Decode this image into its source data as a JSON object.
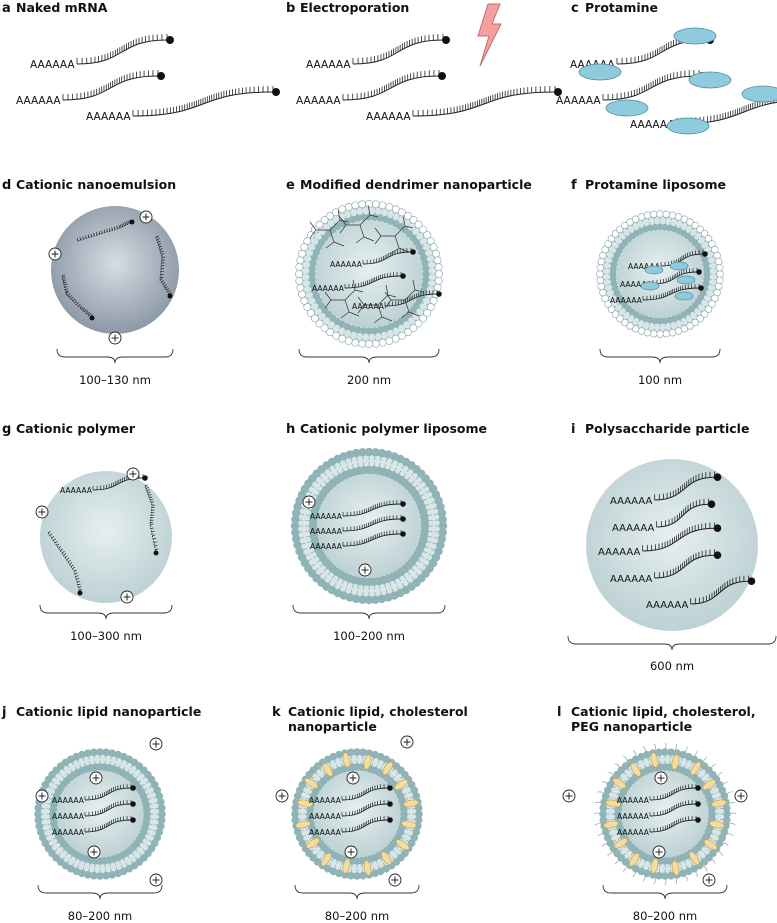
{
  "panels": {
    "a": {
      "letter": "a",
      "title": "Naked mRNA"
    },
    "b": {
      "letter": "b",
      "title": "Electroporation"
    },
    "c": {
      "letter": "c",
      "title": "Protamine"
    },
    "d": {
      "letter": "d",
      "title": "Cationic nanoemulsion",
      "size": "100–130 nm"
    },
    "e": {
      "letter": "e",
      "title": "Modified dendrimer nanoparticle",
      "size": "200 nm"
    },
    "f": {
      "letter": "f",
      "title": "Protamine liposome",
      "size": "100 nm"
    },
    "g": {
      "letter": "g",
      "title": "Cationic polymer",
      "size": "100–300 nm"
    },
    "h": {
      "letter": "h",
      "title": "Cationic polymer liposome",
      "size": "100–200 nm"
    },
    "i": {
      "letter": "i",
      "title": "Polysaccharide particle",
      "size": "600 nm"
    },
    "j": {
      "letter": "j",
      "title": "Cationic lipid nanoparticle",
      "size": "80–200 nm"
    },
    "k": {
      "letter": "k",
      "title_line1": "Cationic lipid, cholesterol",
      "title_line2": "nanoparticle",
      "size": "80–200 nm"
    },
    "l": {
      "letter": "l",
      "title_line1": "Cationic lipid, cholesterol,",
      "title_line2": "PEG nanoparticle",
      "size": "80–200 nm"
    }
  },
  "polya": "AAAAAA",
  "charge": "+",
  "colors": {
    "particle_fill": "#c9d9dc",
    "particle_dark": "#8e9aa6",
    "lipid_head": "#8fb3b6",
    "protamine": "#8fcbdc",
    "cholesterol": "#f3dca0",
    "bolt": "#f5a0a0"
  }
}
